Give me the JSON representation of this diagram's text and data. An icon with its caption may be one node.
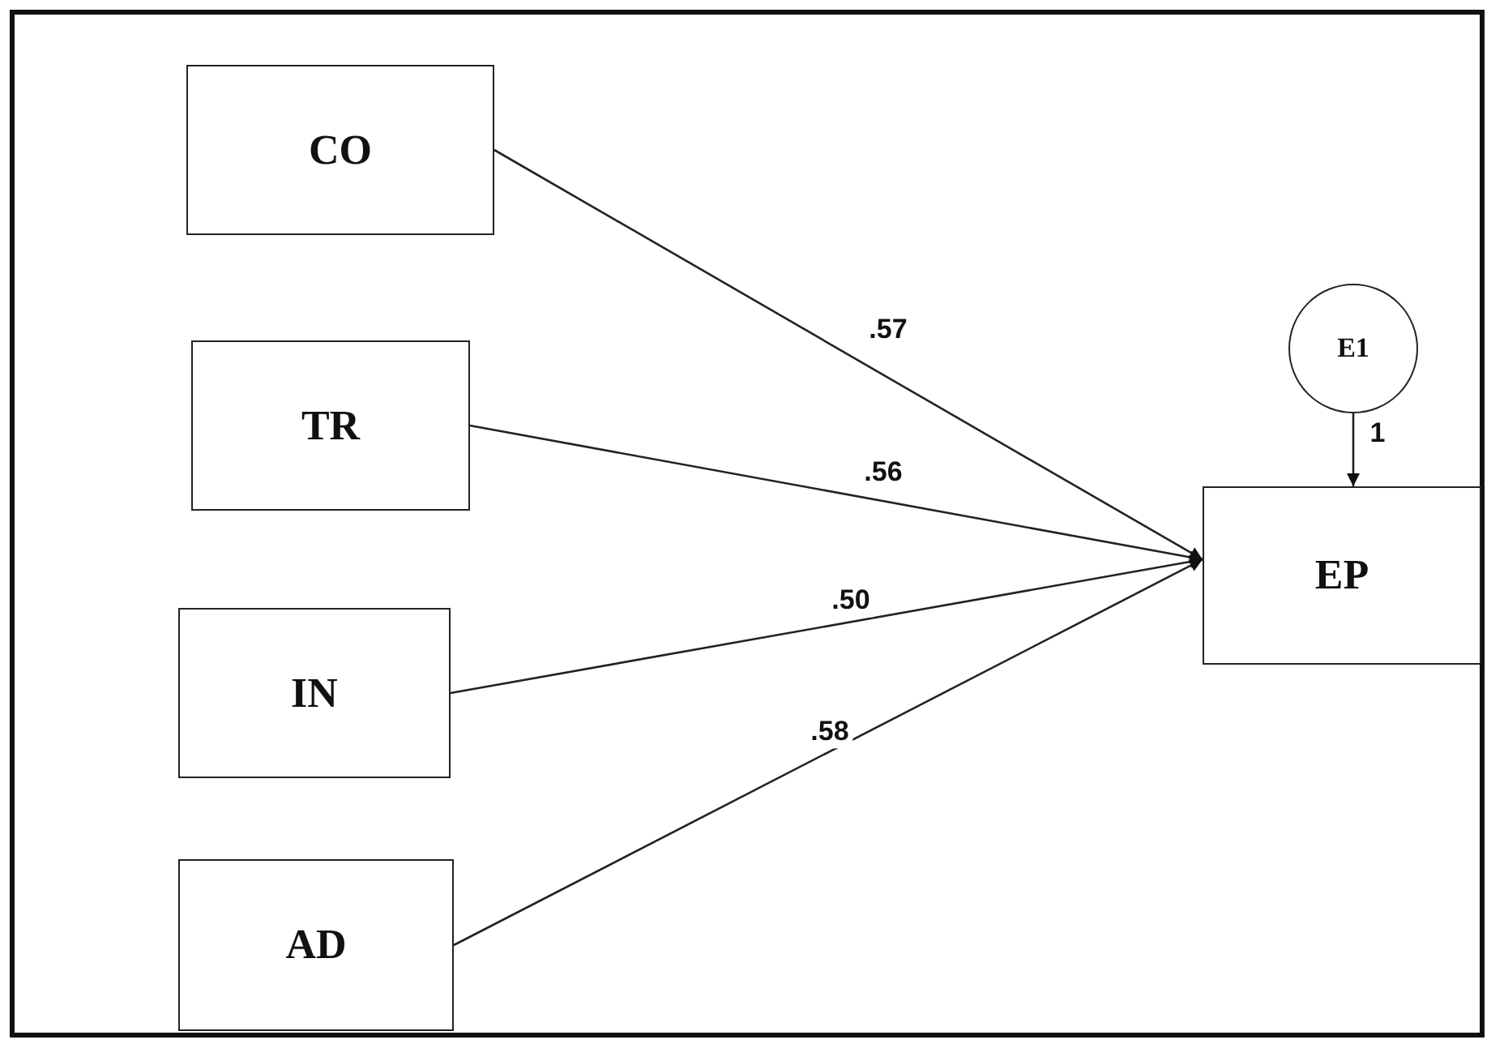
{
  "diagram": {
    "nodes": [
      {
        "text": [
          "CO"
        ]
      },
      {
        "text": [
          "TR"
        ]
      },
      {
        "text": [
          "IN"
        ]
      },
      {
        "text": [
          "AD"
        ]
      },
      {
        "text": [
          "E1"
        ]
      },
      {
        "text": [
          "EP"
        ]
      }
    ],
    "edges": [
      {
        "from": 0,
        "to": 5,
        "arrow": "to",
        "label": ".57"
      },
      {
        "from": 1,
        "to": 5,
        "arrow": "to",
        "label": ".56"
      },
      {
        "from": 2,
        "to": 5,
        "arrow": "to",
        "label": ".50"
      },
      {
        "from": 3,
        "to": 5,
        "arrow": "to",
        "label": ".58"
      },
      {
        "from": 4,
        "to": 5,
        "arrow": "to",
        "label": "1"
      }
    ]
  }
}
